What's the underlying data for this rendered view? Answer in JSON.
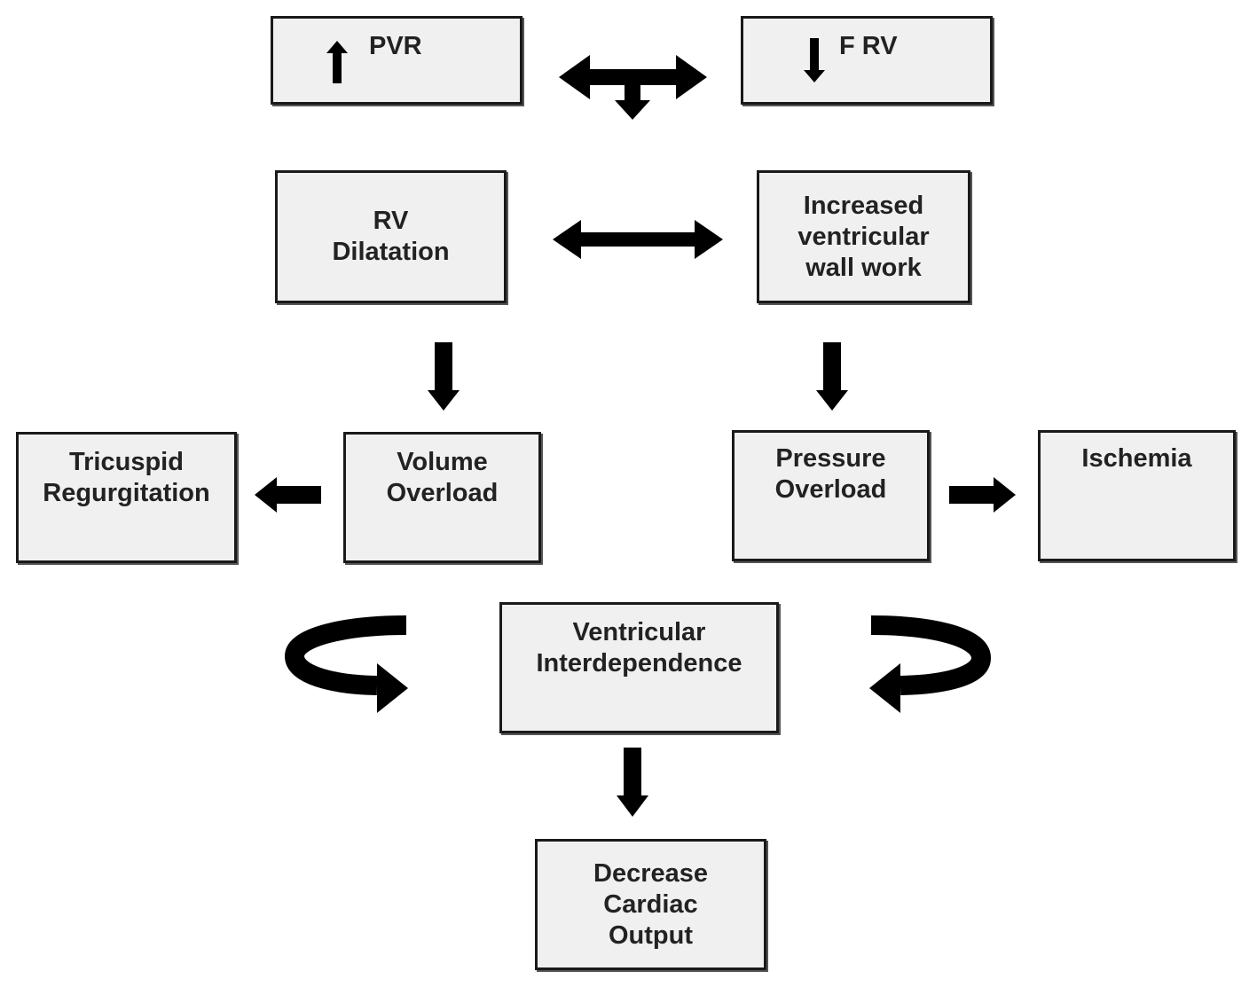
{
  "diagram": {
    "boxes": {
      "pvr": {
        "label": "PVR",
        "indicator": "up-arrow"
      },
      "frv": {
        "label": "F RV",
        "indicator": "down-arrow"
      },
      "rv_dilatation": {
        "lines": [
          "RV",
          "Dilatation"
        ]
      },
      "increased_wall_work": {
        "lines": [
          "Increased",
          "ventricular",
          "wall work"
        ]
      },
      "volume_overload": {
        "lines": [
          "Volume",
          "Overload"
        ]
      },
      "tricuspid_regurgitation": {
        "lines": [
          "Tricuspid",
          "Regurgitation"
        ]
      },
      "pressure_overload": {
        "lines": [
          "Pressure",
          "Overload"
        ]
      },
      "ischemia": {
        "lines": [
          "Ischemia"
        ]
      },
      "ventricular_interdependence": {
        "lines": [
          "Ventricular",
          "Interdependence"
        ]
      },
      "decrease_cardiac_output": {
        "lines": [
          "Decrease",
          "Cardiac",
          "Output"
        ]
      }
    },
    "colors": {
      "box_fill": "#f0f0f0",
      "box_border": "#1a1a1a",
      "arrow": "#000000",
      "text": "#222222"
    }
  }
}
